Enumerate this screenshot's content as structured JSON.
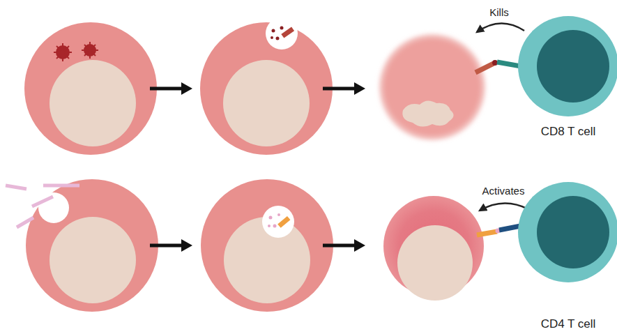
{
  "diagram": {
    "nodes": [
      {
        "text": [
          "CD8 T cell"
        ]
      },
      {
        "text": [
          "CD4 T cell"
        ]
      }
    ],
    "labels": [
      "Kills",
      "Activates"
    ]
  }
}
